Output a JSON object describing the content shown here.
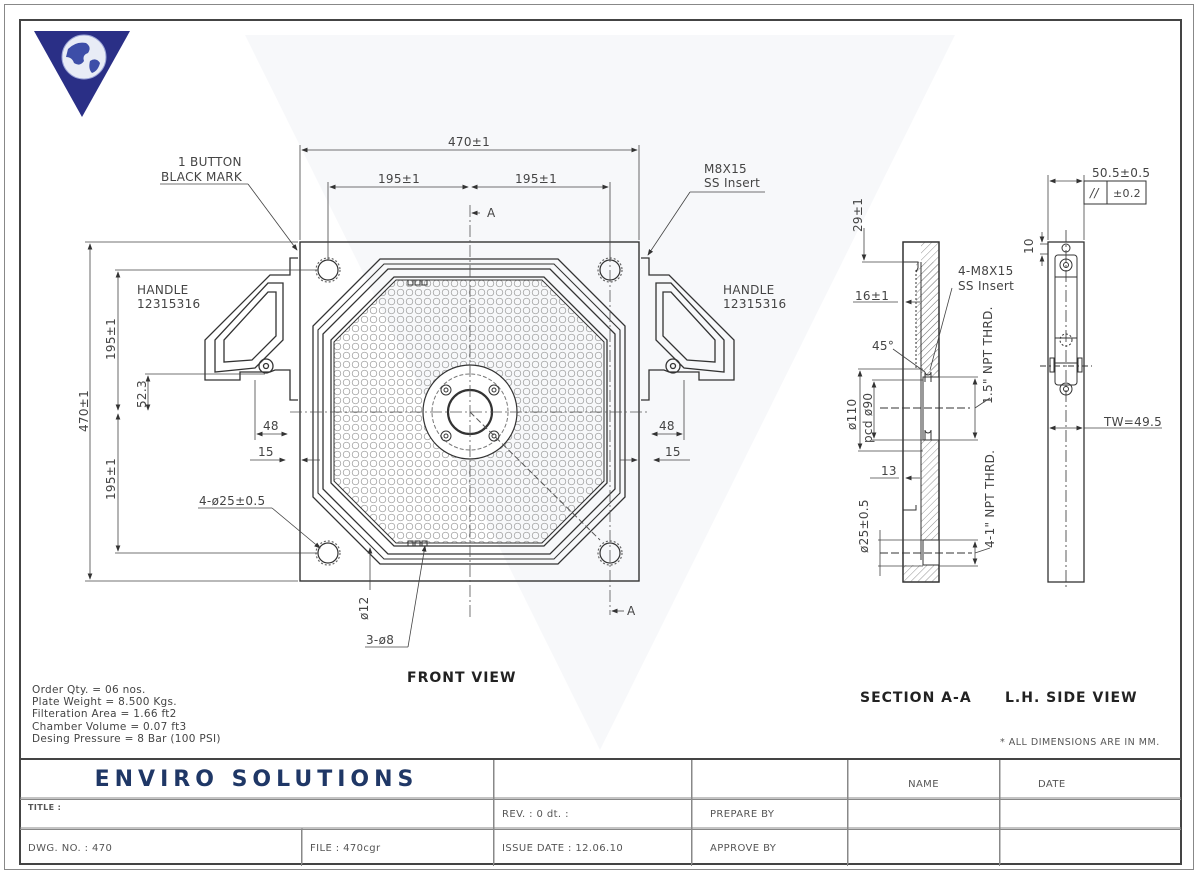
{
  "logo": {
    "icon": "globe-triangle-logo",
    "color": "#2a2f86"
  },
  "front_view": {
    "title": "FRONT VIEW",
    "dims": {
      "overall_width": "470±1",
      "half_left": "195±1",
      "half_right": "195±1",
      "overall_height": "470±1",
      "half_top": "195±1",
      "half_bottom": "195±1",
      "handle_offset": "52.3",
      "handle_48_left": "48",
      "handle_48_right": "48",
      "handle_15_left": "15",
      "handle_15_right": "15",
      "corner_holes": "4-ø25±0.5",
      "port_dia": "ø12",
      "port_holes": "3-ø8"
    },
    "section_marker": "A",
    "callouts": {
      "button_line1": "1 BUTTON",
      "button_line2": "BLACK MARK",
      "insert_line1": "M8X15",
      "insert_line2": "SS Insert",
      "handle_left_line1": "HANDLE",
      "handle_left_line2": "12315316",
      "handle_right_line1": "HANDLE",
      "handle_right_line2": "12315316"
    }
  },
  "section_view": {
    "title": "SECTION A-A",
    "dims": {
      "top_offset": "29±1",
      "depth": "16±1",
      "angle": "45°",
      "outer_dia": "ø110",
      "pcd": "pcd ø90",
      "thread_center": "1.5\" NPT THRD.",
      "inserts_line1": "4-M8X15",
      "inserts_line2": "SS Insert",
      "recess": "13",
      "corner_dia": "ø25±0.5",
      "thread_corner": "4-1\" NPT THRD."
    }
  },
  "side_view": {
    "title": "L.H. SIDE VIEW",
    "dims": {
      "width": "50.5±0.5",
      "parallel_symbol": "//",
      "parallel_tol": "±0.2",
      "top_gap": "10",
      "tw": "TW=49.5"
    }
  },
  "notes": [
    "Order Qty. = 06 nos.",
    "Plate Weight = 8.500 Kgs.",
    "Filteration Area = 1.66 ft2",
    "Chamber Volume = 0.07 ft3",
    "Desing Pressure = 8 Bar (100 PSI)"
  ],
  "dimension_note": "* ALL DIMENSIONS ARE IN MM.",
  "title_block": {
    "company": "ENVIRO SOLUTIONS",
    "company_color": "#1f3766",
    "title_label": "TITLE :",
    "dwg_no": "DWG. NO. : 470",
    "file": "FILE : 470cgr",
    "rev": "REV. : 0 dt. :",
    "issue_date": "ISSUE DATE : 12.06.10",
    "prepare_by": "PREPARE BY",
    "approve_by": "APPROVE BY",
    "name_header": "NAME",
    "date_header": "DATE"
  }
}
